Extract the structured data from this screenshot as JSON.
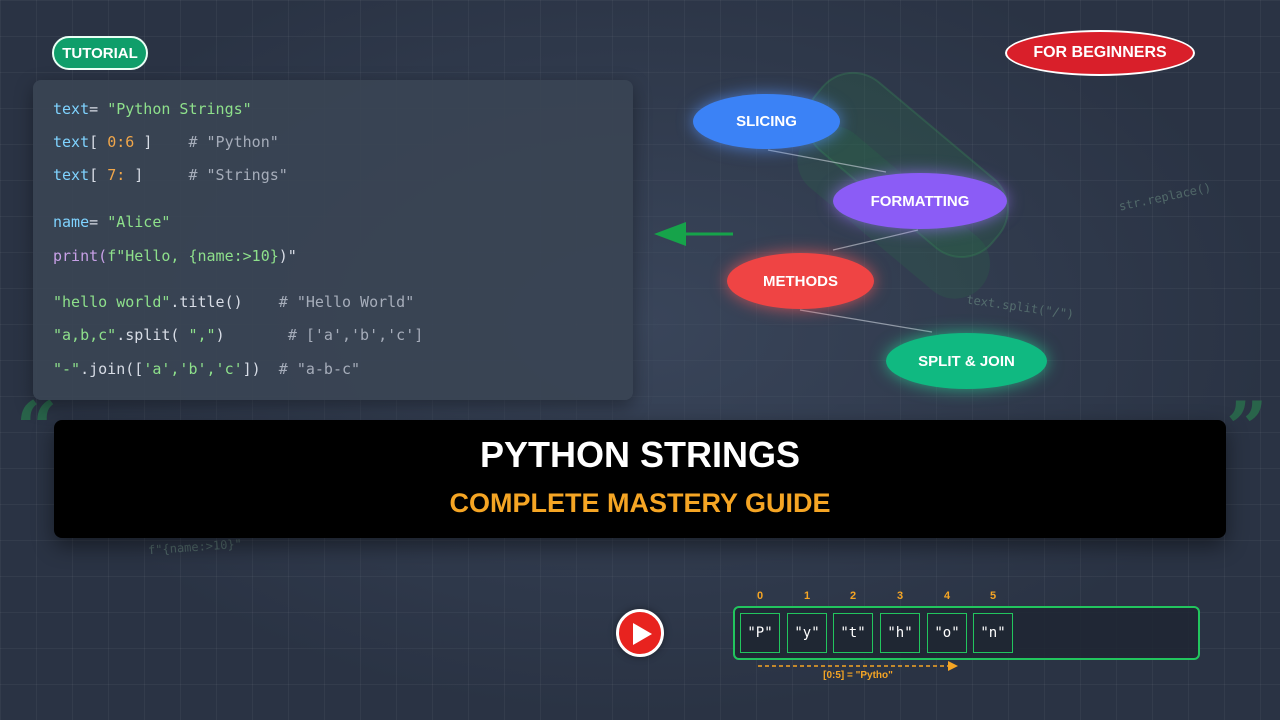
{
  "badges": {
    "tutorial": "TUTORIAL",
    "beginners": "FOR BEGINNERS"
  },
  "code": {
    "l1": {
      "var": "text",
      "op": "=",
      "str": "\"Python Strings\""
    },
    "l2": {
      "var": "text",
      "open": "[",
      "idx": "0:6",
      "close": "]",
      "comment": "# \"Python\""
    },
    "l3": {
      "var": "text",
      "open": "[",
      "idx": "7:",
      "close": "]",
      "comment": "# \"Strings\""
    },
    "l4": {
      "var": "name",
      "op": "=",
      "str": "\"Alice\""
    },
    "l5": {
      "fn": "print(",
      "str": "f\"Hello, {name:>10}",
      "close": ")\""
    },
    "l6": {
      "str": "\"hello world\"",
      "method": ".title()",
      "comment": "# \"Hello World\""
    },
    "l7": {
      "str": "\"a,b,c\"",
      "method": ".split(",
      "arg": "\",\"",
      "close": ")",
      "comment": "# ['a','b','c']"
    },
    "l8": {
      "str": "\"-\"",
      "method": ".join([",
      "arg": "'a','b','c'",
      "close": "])",
      "comment": "# \"a-b-c\""
    }
  },
  "diagram": {
    "nodes": [
      "SLICING",
      "FORMATTING",
      "METHODS",
      "SPLIT & JOIN"
    ],
    "accent_colors": [
      "#3b82f6",
      "#8b5cf6",
      "#ef4444",
      "#10b981"
    ]
  },
  "background_snippets": {
    "replace": "str.replace()",
    "split": "text.split(\"/\")",
    "fstring": "f\"{name:>10}\""
  },
  "quote_marks": {
    "left": "“",
    "right": "”"
  },
  "banner": {
    "title": "PYTHON STRINGS",
    "subtitle": "COMPLETE MASTERY GUIDE"
  },
  "index_strip": {
    "indices": [
      "0",
      "1",
      "2",
      "3",
      "4",
      "5"
    ],
    "chars": [
      "\"P\"",
      "\"y\"",
      "\"t\"",
      "\"h\"",
      "\"o\"",
      "\"n\""
    ],
    "slice_label": "[0:5] = \"Pytho\""
  }
}
